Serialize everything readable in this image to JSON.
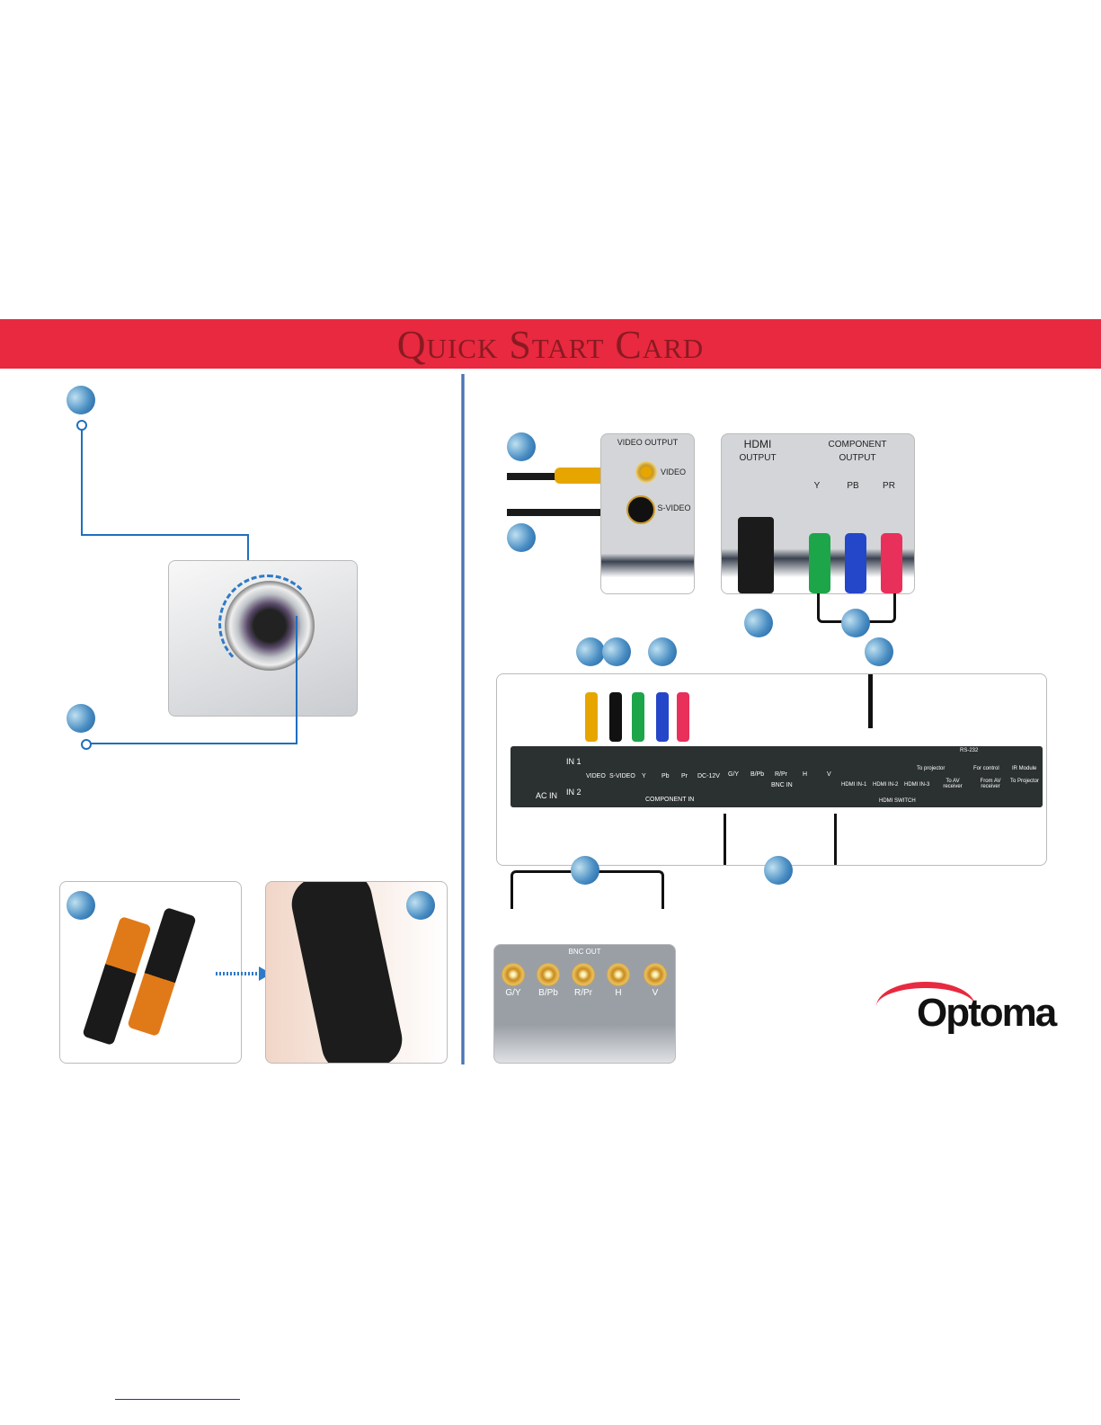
{
  "header": {
    "title": "Quick Start Card"
  },
  "steps": {
    "lens_top": "",
    "lens_bottom": ""
  },
  "video_panel": {
    "title": "VIDEO OUTPUT",
    "video": "VIDEO",
    "svideo": "S-VIDEO"
  },
  "hdmi_panel": {
    "title": "HDMI",
    "subtitle": "OUTPUT"
  },
  "component_panel": {
    "title": "COMPONENT",
    "subtitle": "OUTPUT",
    "ports": [
      "Y",
      "PB",
      "PR"
    ]
  },
  "switcher": {
    "in1": "IN 1",
    "in2": "IN 2",
    "ac_in": "AC IN",
    "video": "VIDEO",
    "svideo": "S-VIDEO",
    "component_ports": [
      "Y",
      "Pb",
      "Pr"
    ],
    "component_in": "COMPONENT IN",
    "dc": "DC-12V",
    "bnc_ports": [
      "G/Y",
      "B/Pb",
      "R/Pr",
      "H",
      "V"
    ],
    "bnc_in": "BNC IN",
    "hdmi_ports": [
      "HDMI IN-1",
      "HDMI IN-2",
      "HDMI IN-3",
      "To AV receiver"
    ],
    "hdmi_switch": "HDMI SWITCH",
    "rs232": "RS-232",
    "to_projector": "To projector",
    "for_control": "For control",
    "ir_module": "IR Module",
    "from_av": "From AV receiver",
    "to_projector2": "To Projector"
  },
  "bnc_out": {
    "title": "BNC OUT",
    "ports": [
      "G/Y",
      "B/Pb",
      "R/Pr",
      "H",
      "V"
    ]
  },
  "brand": {
    "logo": "Optoma",
    "color": "#e8293f"
  }
}
